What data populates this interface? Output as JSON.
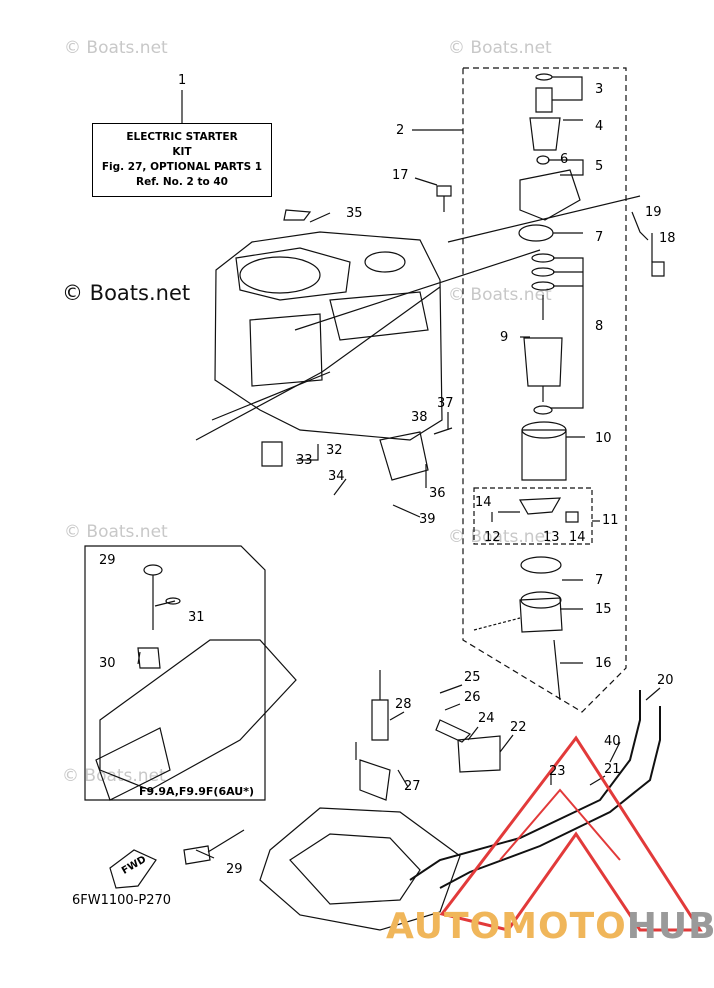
{
  "watermarks": {
    "text": "© Boats.net"
  },
  "kit_box": {
    "line1": "ELECTRIC  STARTER",
    "line2": "KIT",
    "line3": "Fig. 27, OPTIONAL PARTS 1",
    "line4": "Ref. No. 2 to 40"
  },
  "model_label": "F9.9A,F9.9F(6AU*)",
  "direction_label": "FWD",
  "drawing_ref": "6FW1100-P270",
  "brand": {
    "part_a": "AUTOMOTO",
    "part_b": "HUB"
  },
  "callouts": [
    "1",
    "2",
    "3",
    "4",
    "5",
    "6",
    "7",
    "8",
    "9",
    "10",
    "11",
    "12",
    "13",
    "14",
    "15",
    "16",
    "17",
    "18",
    "19",
    "20",
    "21",
    "22",
    "23",
    "24",
    "25",
    "26",
    "27",
    "28",
    "29",
    "30",
    "31",
    "32",
    "33",
    "34",
    "35",
    "36",
    "37",
    "38",
    "39",
    "40"
  ],
  "colors": {
    "line": "#111111",
    "watermark": "#c8c8c8",
    "logo_red": "#e23a3a",
    "brand_orange": "#f0b65a",
    "brand_gray": "#9a9a9a"
  }
}
